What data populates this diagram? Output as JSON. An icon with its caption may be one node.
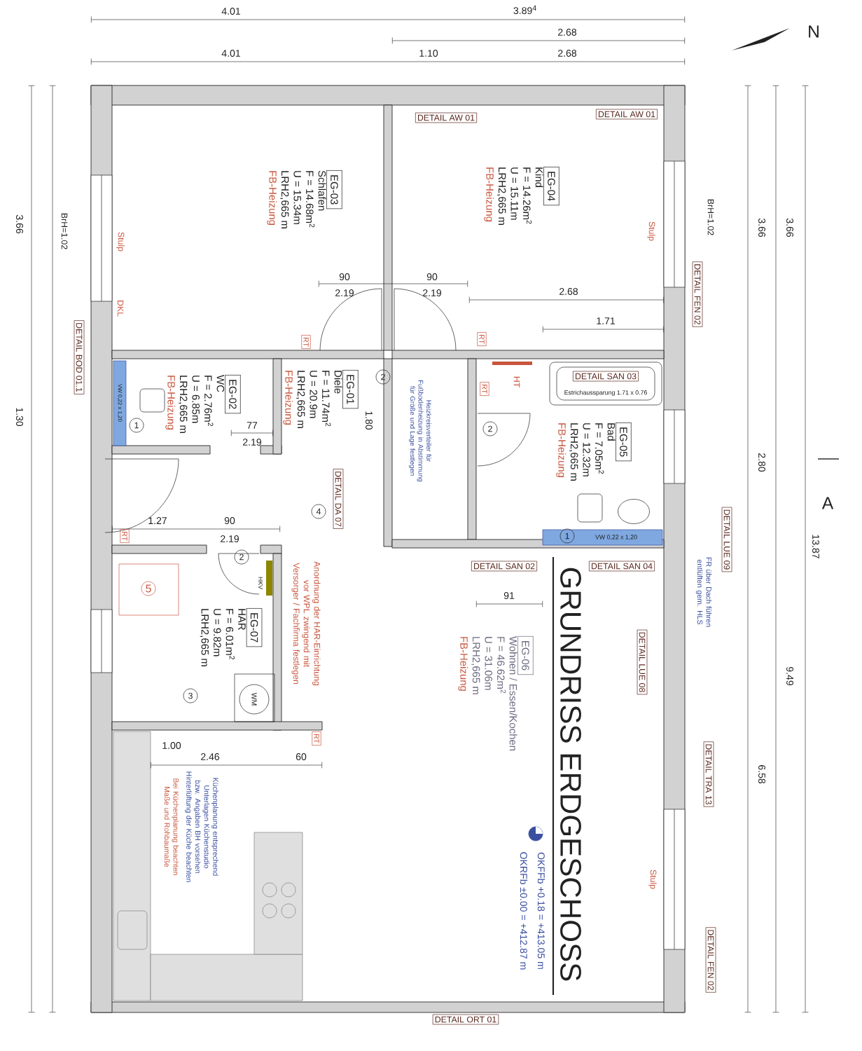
{
  "diagram": {
    "title": "GRUNDRISS ERDGESCHOSS",
    "nodes": [
      {
        "text": [
          "EG-03",
          "Schlafen",
          "F = 14.68m$^{2}$",
          "U = 15.34m",
          "LRH2,665 m",
          "FB-Heizung"
        ]
      },
      {
        "text": [
          "EG-04",
          "Kind",
          "F = 14.26m$^{2}$",
          "U = 15.11m",
          "LRH2,665 m",
          "FB-Heizung"
        ]
      },
      {
        "text": [
          "EG-02",
          "WC",
          "F = 2.76m$^{2}$",
          "U = 6.85m",
          "LRH2,665 m",
          "FB-Heizung"
        ]
      },
      {
        "text": [
          "EG-01",
          "Diele",
          "F = 11.74m$^{2}$",
          "U = 20.9m",
          "LRH2,665 m",
          "FB-Heizung"
        ]
      },
      {
        "text": [
          "EG-05",
          "Bad",
          "F = 7.05m$^{2}$",
          "U = 12.32m",
          "LRH2,665 m",
          "FB-Heizung"
        ]
      },
      {
        "text": [
          "EG-07",
          "HAR",
          "F = 6.01m$^{2}$",
          "U = 9.82m",
          "LRH2,665 m"
        ]
      },
      {
        "text": [
          "EG-06",
          "Wohnen / Essen/Kochen",
          "F = 46.62m$^{2}$",
          "U = 31.06m",
          "LRH2,665 m",
          "FB-Heizung"
        ]
      }
    ],
    "labels": [
      "4.01",
      "3.89$^{4}$",
      "2.68",
      "1.10",
      "2.68",
      "4.01",
      "DETAIL AW 01",
      "DETAIL AW 01",
      "Stulp",
      "DKL",
      "BrH=1.02",
      "DETAIL BOD 01.1",
      "Stulp",
      "BrH=1.02",
      "DETAIL FEN 02",
      "90",
      "2.19",
      "90",
      "2.19",
      "2.68",
      "1.71",
      "RT",
      "RT",
      "HT",
      "DETAIL SAN 03",
      "Estrichaussparung 1.71 x 0.76",
      "2",
      "Heizkreisverteiler für Fußbodenheizung in Abstimmung für Größe und Lage festlegen",
      "1",
      "77",
      "2.19",
      "2",
      "RT",
      "1.80",
      "4",
      "1.27",
      "90",
      "2.19",
      "DETAIL DA 07",
      "1",
      "2",
      "RT",
      "DETAIL SAN 02",
      "DETAIL SAN 04",
      "DETAIL LUE 09",
      "5",
      "HKV",
      "Anordnung der HAR-Einrichtung vor WPL zwingend mit Versorger / Fachfirma festlegen",
      "91",
      "FR über Dach führen entlüften gem. HLS",
      "DETAIL LUE 08",
      "3",
      "WM",
      "RT",
      "1.00",
      "2.46",
      "60",
      "DETAIL TRA 13",
      "Küchenplanung entsprechend Unterlagen Küchenstudio bzw. Angaben BH vorsehen Hinterlüftung der Küche beachten",
      "Bei Küchenplanung beachten Maße und Rohbaumaße",
      "OKFFb +0.18 = +413.05 m",
      "OKRFb ±0.00 = +412.87 m",
      "Stulp",
      "DETAIL FEN 02",
      "DETAIL ORT 01",
      "3.66",
      "3.66",
      "2.80",
      "13.87",
      "9.49",
      "6.58",
      "3.66",
      "1.30",
      "A",
      "N",
      "VW 0,22 x 1,20",
      "VW 0,22 x 1,20"
    ]
  }
}
